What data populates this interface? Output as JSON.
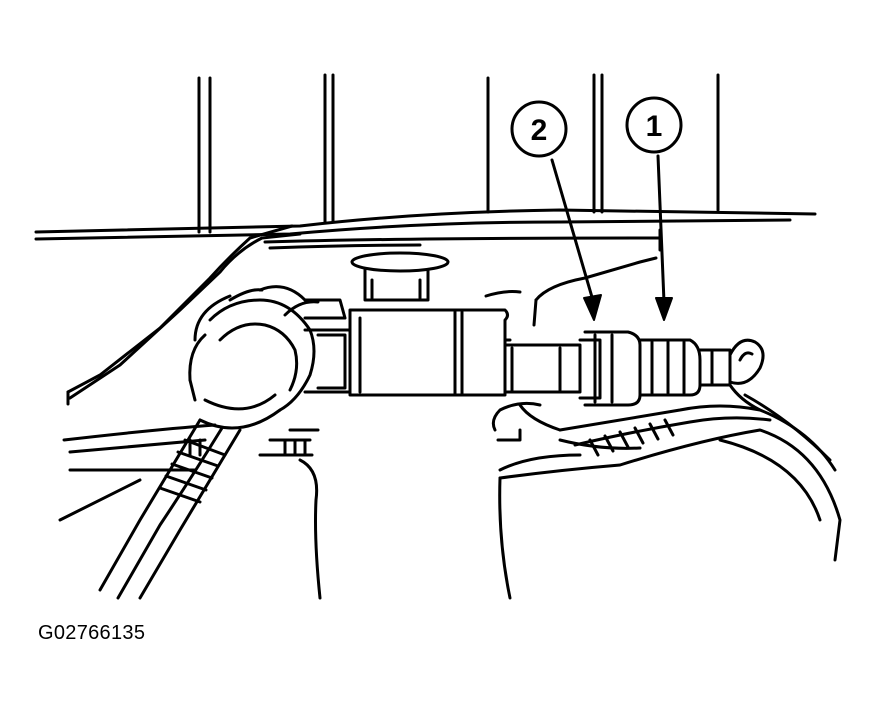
{
  "callouts": [
    {
      "label": "1"
    },
    {
      "label": "2"
    }
  ],
  "figure_id": "G02766135",
  "colors": {
    "ink": "#000000",
    "paper": "#ffffff"
  }
}
